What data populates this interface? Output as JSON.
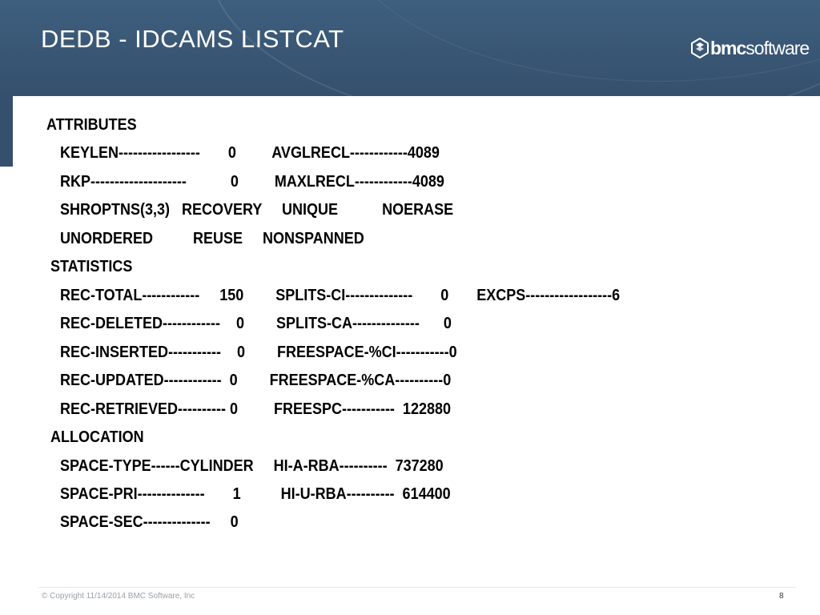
{
  "slide": {
    "title": "DEDB - IDCAMS LISTCAT",
    "logo": {
      "bold": "bmc",
      "light": "software"
    }
  },
  "listing": [
    "ATTRIBUTES",
    "KEYLEN-----------------       0         AVGLRECL------------4089",
    "RKP--------------------           0         MAXLRECL------------4089",
    "SHROPTNS(3,3)   RECOVERY     UNIQUE           NOERASE",
    "UNORDERED          REUSE     NONSPANNED",
    "STATISTICS",
    "REC-TOTAL------------     150        SPLITS-CI--------------       0       EXCPS------------------6",
    "REC-DELETED------------    0        SPLITS-CA--------------      0",
    "REC-INSERTED-----------    0        FREESPACE-%CI-----------0",
    "REC-UPDATED------------  0        FREESPACE-%CA----------0",
    "REC-RETRIEVED---------- 0         FREESPC-----------  122880",
    "ALLOCATION",
    "SPACE-TYPE------CYLINDER     HI-A-RBA----------  737280",
    "SPACE-PRI--------------       1          HI-U-RBA----------  614400",
    "SPACE-SEC--------------     0"
  ],
  "footer": {
    "copyright": "© Copyright 11/14/2014 BMC Software, Inc",
    "page_number": "8"
  },
  "colors": {
    "header": "#3f5f7f",
    "text": "#000000",
    "footer_text": "#9aa0a6"
  }
}
